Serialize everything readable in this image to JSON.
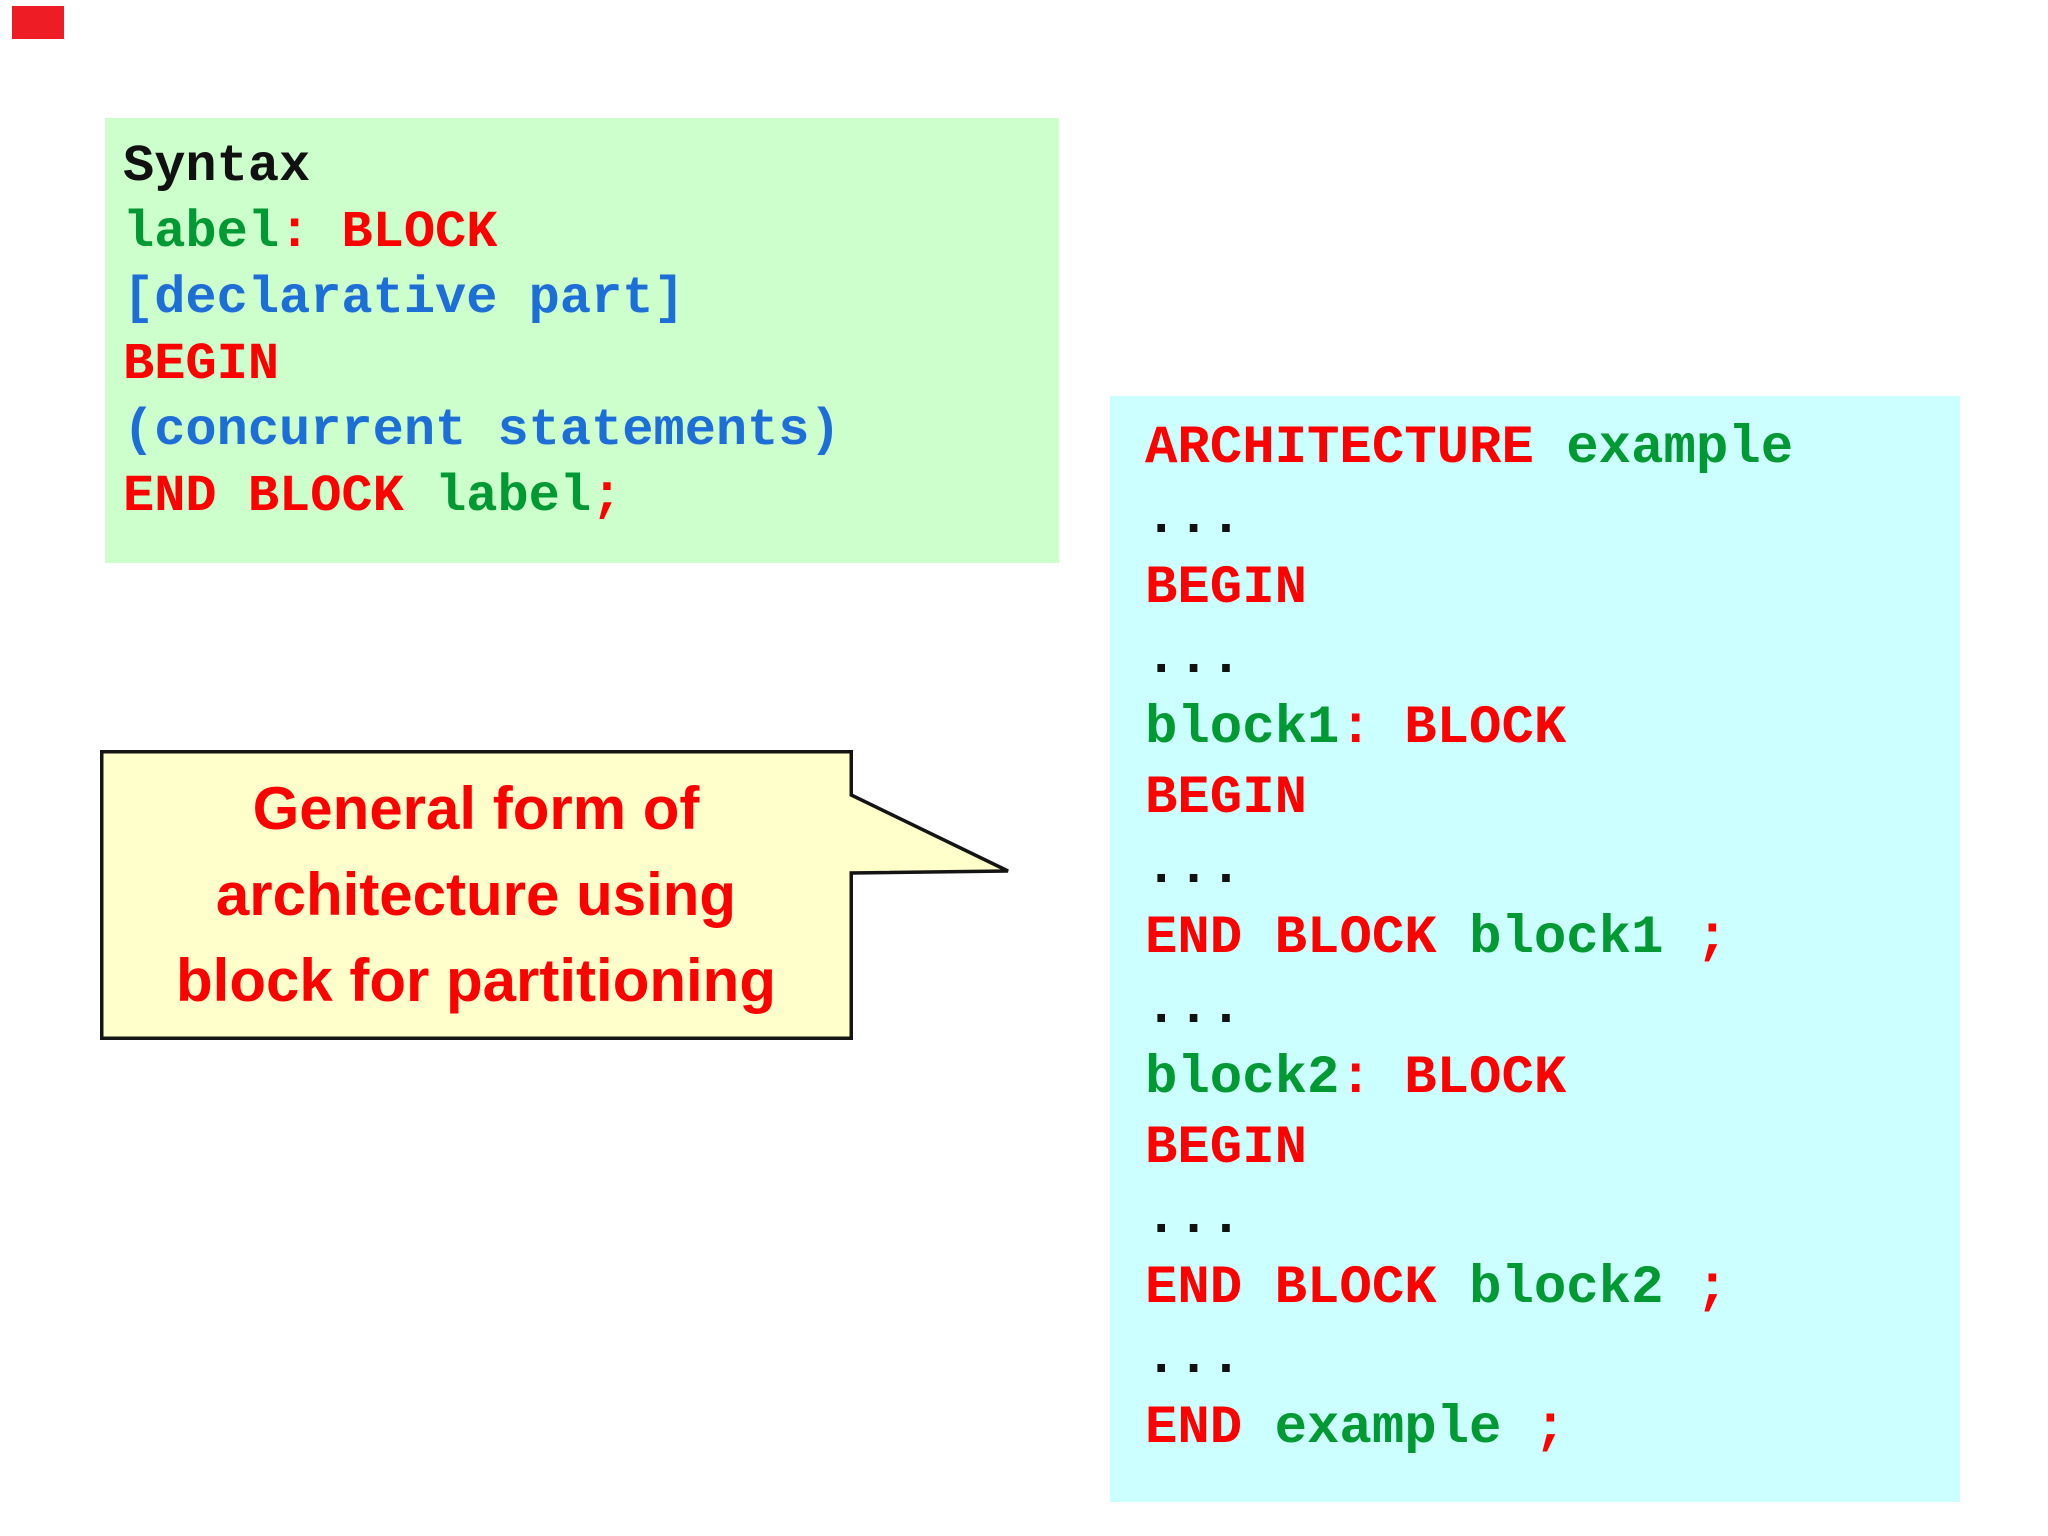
{
  "colors": {
    "red": "#ff0000",
    "green": "#009933",
    "blue": "#1d6ed6",
    "black": "#111111",
    "syntax_bg": "#ccffcc",
    "example_bg": "#ccffff",
    "callout_bg": "#ffffcc",
    "callout_border": "#141414",
    "corner_mark": "#ee1c25"
  },
  "syntax_box": {
    "lines": [
      [
        {
          "t": "Syntax",
          "c": "black"
        }
      ],
      [
        {
          "t": "label",
          "c": "green"
        },
        {
          "t": ": BLOCK",
          "c": "red"
        }
      ],
      [
        {
          "t": "[declarative part]",
          "c": "blue"
        }
      ],
      [
        {
          "t": "BEGIN",
          "c": "red"
        }
      ],
      [
        {
          "t": "(concurrent statements)",
          "c": "blue"
        }
      ],
      [
        {
          "t": "END BLOCK ",
          "c": "red"
        },
        {
          "t": "label",
          "c": "green"
        },
        {
          "t": ";",
          "c": "red"
        }
      ]
    ]
  },
  "example_box": {
    "lines": [
      [
        {
          "t": "ARCHITECTURE ",
          "c": "red"
        },
        {
          "t": "example",
          "c": "green"
        }
      ],
      [
        {
          "t": "...",
          "c": "black"
        }
      ],
      [
        {
          "t": "BEGIN",
          "c": "red"
        }
      ],
      [
        {
          "t": "...",
          "c": "black"
        }
      ],
      [
        {
          "t": "block1",
          "c": "green"
        },
        {
          "t": ": BLOCK",
          "c": "red"
        }
      ],
      [
        {
          "t": "BEGIN",
          "c": "red"
        }
      ],
      [
        {
          "t": "...",
          "c": "black"
        }
      ],
      [
        {
          "t": "END BLOCK ",
          "c": "red"
        },
        {
          "t": "block1",
          "c": "green"
        },
        {
          "t": " ;",
          "c": "red"
        }
      ],
      [
        {
          "t": "...",
          "c": "black"
        }
      ],
      [
        {
          "t": "block2",
          "c": "green"
        },
        {
          "t": ": BLOCK",
          "c": "red"
        }
      ],
      [
        {
          "t": "BEGIN",
          "c": "red"
        }
      ],
      [
        {
          "t": "...",
          "c": "black"
        }
      ],
      [
        {
          "t": "END BLOCK ",
          "c": "red"
        },
        {
          "t": "block2",
          "c": "green"
        },
        {
          "t": " ;",
          "c": "red"
        }
      ],
      [
        {
          "t": "...",
          "c": "black"
        }
      ],
      [
        {
          "t": "END ",
          "c": "red"
        },
        {
          "t": "example",
          "c": "green"
        },
        {
          "t": " ;",
          "c": "red"
        }
      ]
    ]
  },
  "callout": {
    "lines": [
      "General form of",
      "architecture using",
      "block for partitioning"
    ]
  }
}
